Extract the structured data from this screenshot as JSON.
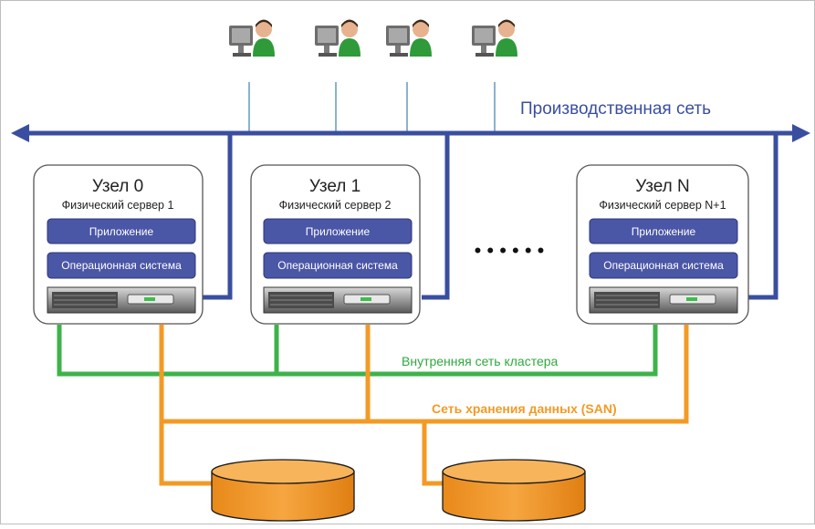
{
  "networks": {
    "production": {
      "label": "Производственная сеть",
      "color": "#3a4ea0",
      "label_color": "#3a4ea0"
    },
    "cluster": {
      "label": "Внутренняя сеть кластера",
      "color": "#3db34a",
      "label_color": "#2fa83e"
    },
    "san": {
      "label": "Сеть хранения данных (SAN)",
      "color": "#f39a25",
      "label_color": "#f39a25"
    }
  },
  "nodes": [
    {
      "title": "Узел 0",
      "subtitle": "Физический сервер 1",
      "app_label": "Приложение",
      "os_label": "Операционная система"
    },
    {
      "title": "Узел 1",
      "subtitle": "Физический сервер 2",
      "app_label": "Приложение",
      "os_label": "Операционная система"
    },
    {
      "title": "Узел N",
      "subtitle": "Физический сервер N+1",
      "app_label": "Приложение",
      "os_label": "Операционная система"
    }
  ],
  "ellipsis": "• • • • • •",
  "users_count_icons": [
    "user-workstation-icon",
    "user-workstation-icon",
    "user-workstation-icon",
    "user-workstation-icon"
  ],
  "storage_icons": [
    "storage-disk-icon",
    "storage-disk-icon"
  ],
  "colors": {
    "layer_fill": "#4a56a6",
    "node_border": "#555555",
    "disk_fill": "#f39a25",
    "disk_top": "#f7b45a"
  }
}
